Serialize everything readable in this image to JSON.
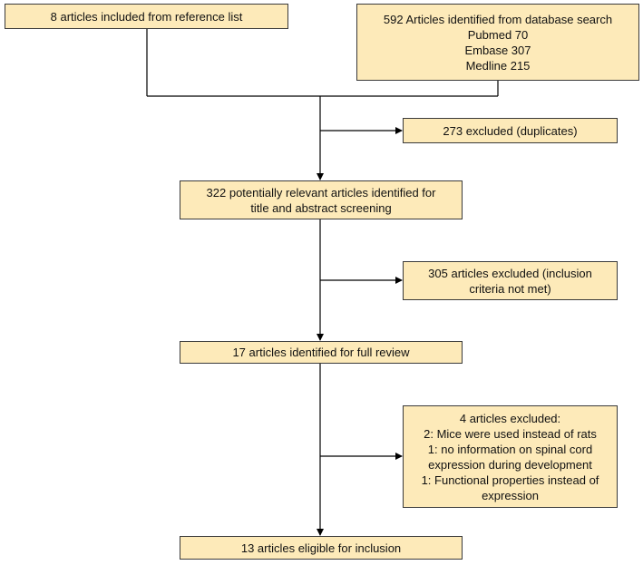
{
  "boxes": {
    "reference": {
      "lines": [
        "8 articles included from reference list"
      ]
    },
    "database": {
      "lines": [
        "592  Articles identified from database search",
        "Pubmed 70",
        "Embase 307",
        "Medline 215"
      ]
    },
    "duplicates": {
      "lines": [
        "273  excluded (duplicates)"
      ]
    },
    "screening": {
      "lines": [
        "322  potentially relevant articles identified for",
        "title and abstract screening"
      ]
    },
    "excluded_inclusion": {
      "lines": [
        "305   articles excluded (inclusion",
        "criteria not met)"
      ]
    },
    "full_review": {
      "lines": [
        "17 articles identified for full review"
      ]
    },
    "excluded_four": {
      "lines": [
        "4 articles excluded:",
        "2: Mice were used instead of rats",
        "1: no information on spinal cord",
        "expression during development",
        "1: Functional properties instead of",
        "expression"
      ]
    },
    "eligible": {
      "lines": [
        "13 articles eligible for inclusion"
      ]
    }
  }
}
